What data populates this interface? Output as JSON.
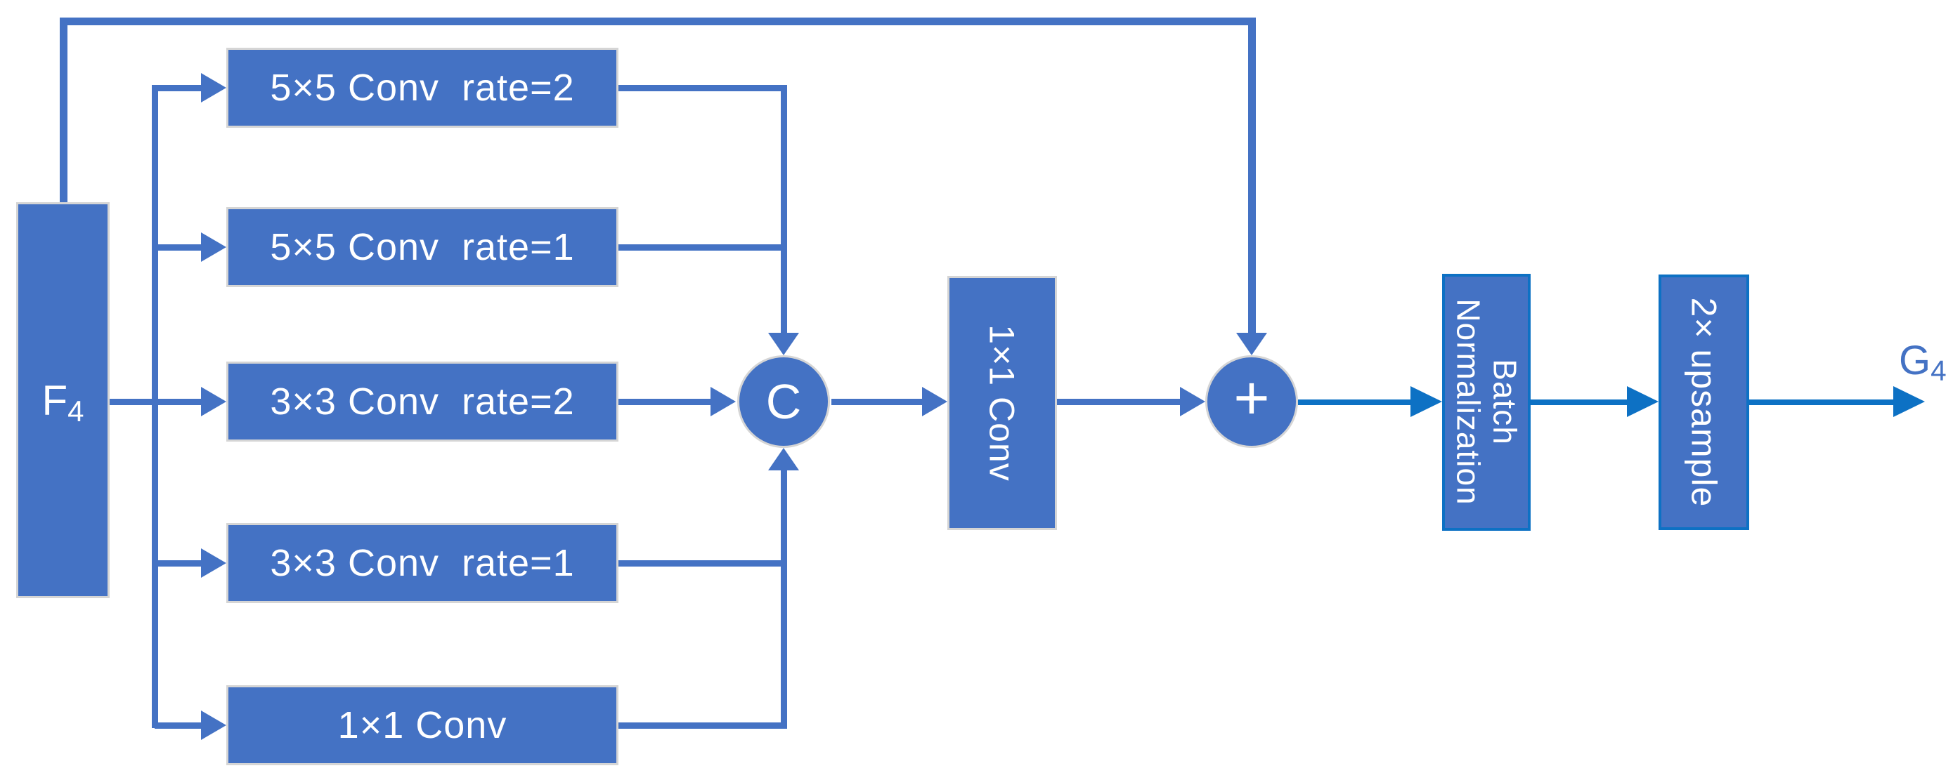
{
  "diagram": {
    "input": {
      "base": "F",
      "sub": "4"
    },
    "output": {
      "base": "G",
      "sub": "4"
    },
    "branches": [
      {
        "label": "5×5 Conv  rate=2"
      },
      {
        "label": "5×5 Conv  rate=1"
      },
      {
        "label": "3×3 Conv  rate=2"
      },
      {
        "label": "3×3 Conv  rate=1"
      },
      {
        "label": "1×1 Conv"
      }
    ],
    "concat": {
      "label": "C"
    },
    "post_conv": {
      "label": "1×1 Conv"
    },
    "add": {
      "label": "+"
    },
    "batch_norm": {
      "line1": "Batch",
      "line2": "Normalization"
    },
    "upsample": {
      "label": "2× upsample"
    }
  },
  "colors": {
    "background": "#FFFFFF",
    "node_fill": "#4472C4",
    "node_border_light": "#D5D5D5",
    "connector": "#4472C4",
    "connector_bright": "#0D71C4",
    "node_text": "#FFFFFF",
    "io_text": "#4472C4"
  }
}
